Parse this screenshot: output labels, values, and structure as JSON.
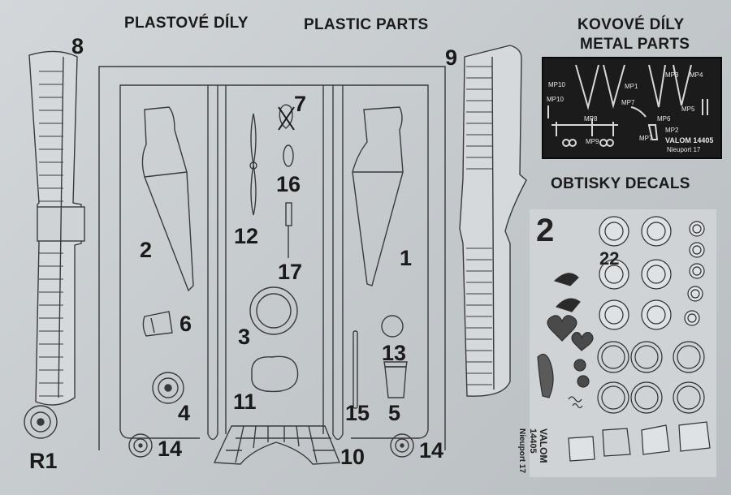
{
  "headers": {
    "plastic_cz": "PLASTOVÉ DÍLY",
    "plastic_en": "PLASTIC  PARTS",
    "metal_cz": "KOVOVÉ DÍLY",
    "metal_en": "METAL PARTS",
    "decals": "OBTISKY  DECALS"
  },
  "part_numbers": {
    "p1": "1",
    "p2": "2",
    "p3": "3",
    "p4": "4",
    "p5": "5",
    "p6": "6",
    "p7": "7",
    "p8": "8",
    "p9": "9",
    "p10": "10",
    "p11": "11",
    "p12": "12",
    "p13": "13",
    "p14a": "14",
    "p14b": "14",
    "p15": "15",
    "p16": "16",
    "p17": "17",
    "r1": "R1"
  },
  "etch_labels": {
    "mp1": "MP1",
    "mp2": "MP2",
    "mp3": "MP3",
    "mp4": "MP4",
    "mp5": "MP5",
    "mp6": "MP6",
    "mp7": "MP7",
    "mp8": "MP8",
    "mp9": "MP9",
    "mp10": "MP10",
    "mp7b": "MP7",
    "brand": "VALOM 14405",
    "model": "Nieuport 17"
  },
  "decal_text": {
    "big2": "2",
    "big22": "22",
    "valom": "VALOM",
    "code": "14405",
    "model": "Nieuport 17"
  }
}
